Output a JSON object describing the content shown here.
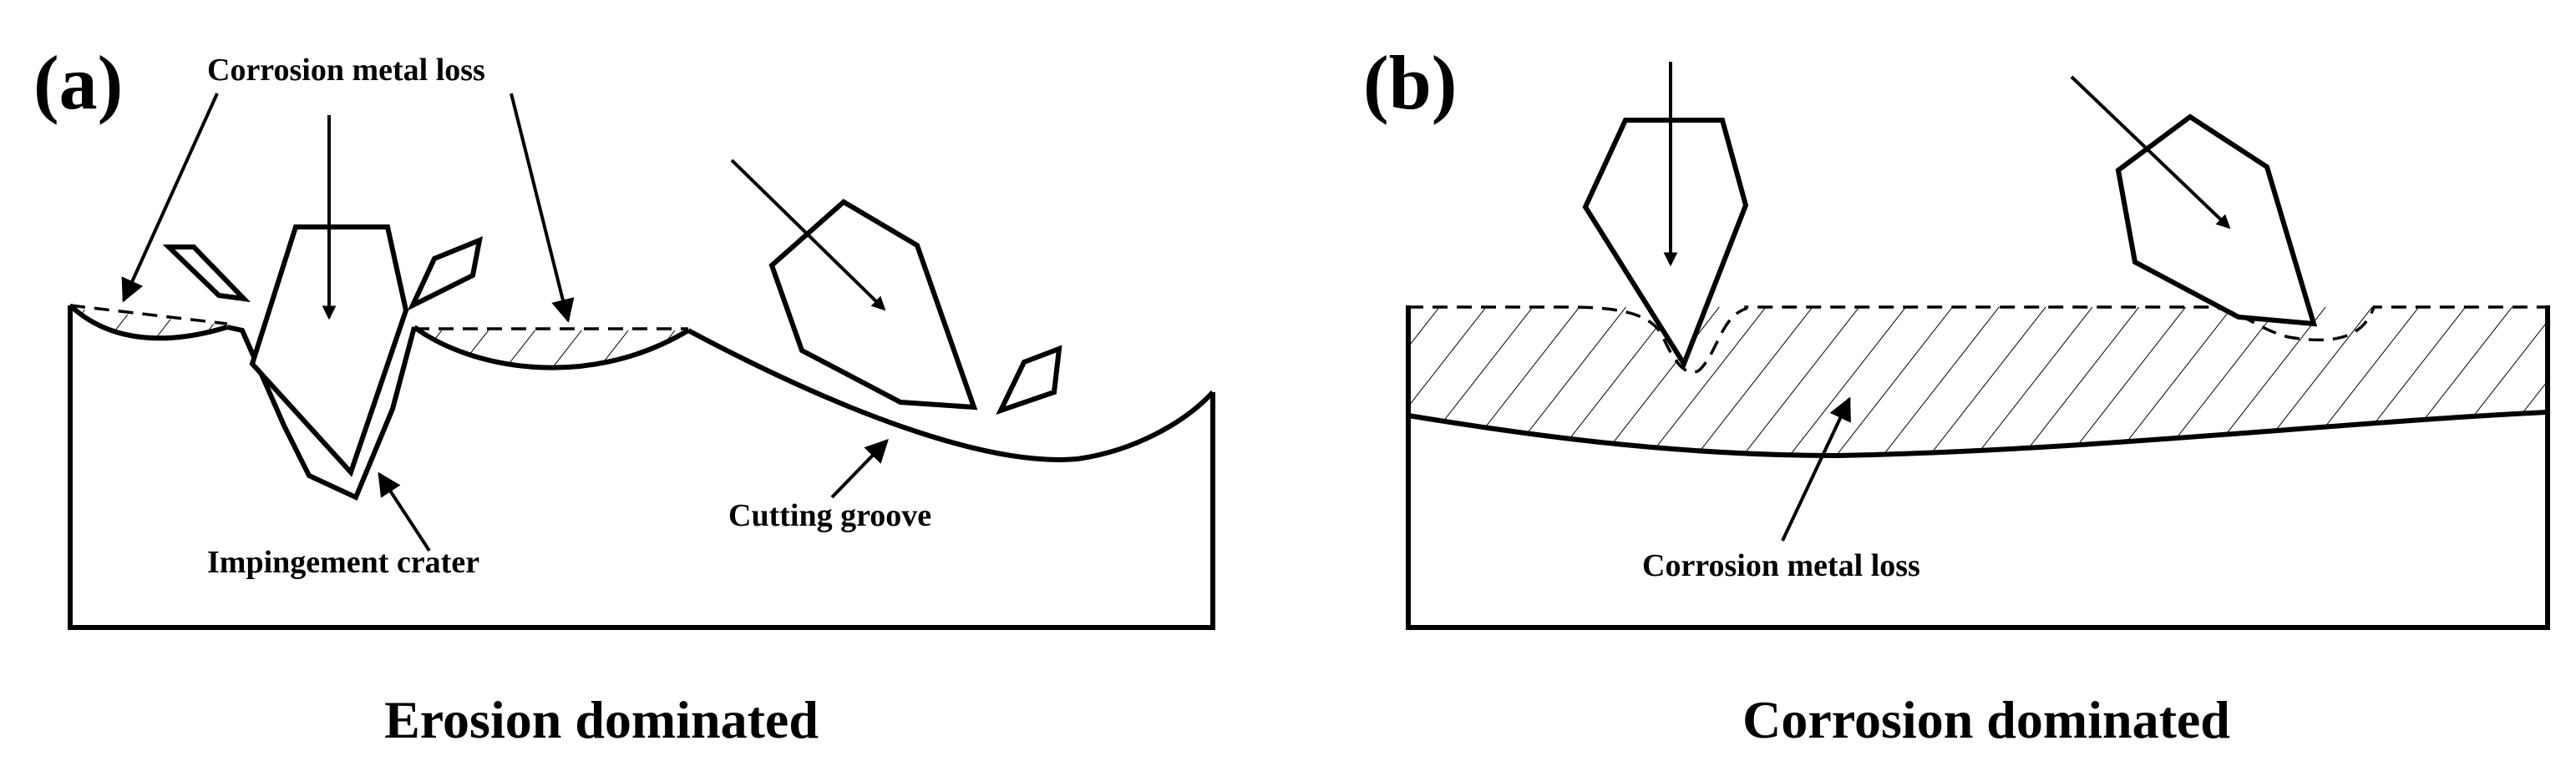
{
  "panels": {
    "a": {
      "tag": "(a)",
      "caption": "Erosion dominated",
      "labels": {
        "corrosion_loss": "Corrosion metal loss",
        "impingement_crater": "Impingement crater",
        "cutting_groove": "Cutting groove"
      }
    },
    "b": {
      "tag": "(b)",
      "caption": "Corrosion dominated",
      "labels": {
        "corrosion_loss": "Corrosion metal loss"
      }
    }
  }
}
